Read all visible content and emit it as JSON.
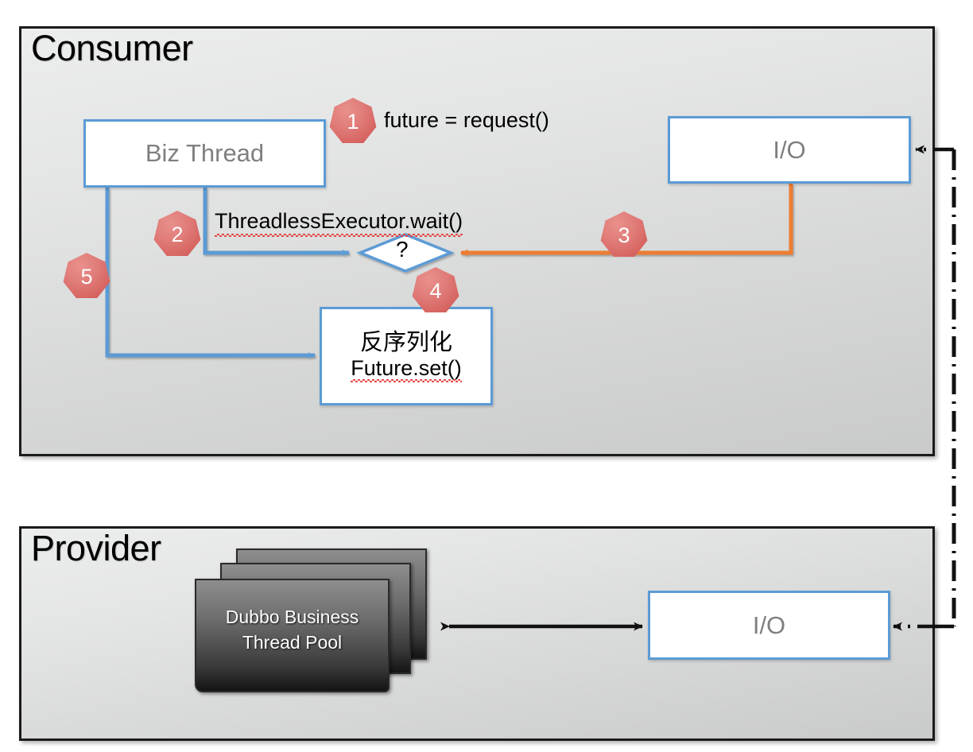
{
  "diagram": {
    "title_consumer": "Consumer",
    "title_provider": "Provider"
  },
  "consumer": {
    "title": "Consumer",
    "biz_thread_label": "Biz Thread",
    "io_label": "I/O",
    "decision_label": "?",
    "deserialize_cn": "反序列化",
    "deserialize_en": "Future.set()",
    "labels": {
      "future_request": "future = request()",
      "threadless_wait": "ThreadlessExecutor.wait()"
    },
    "badges": [
      {
        "id": "1",
        "text": "1"
      },
      {
        "id": "2",
        "text": "2"
      },
      {
        "id": "3",
        "text": "3"
      },
      {
        "id": "4",
        "text": "4"
      },
      {
        "id": "5",
        "text": "5"
      }
    ]
  },
  "provider": {
    "title": "Provider",
    "thread_pool_line1": "Dubbo Business",
    "thread_pool_line2": "Thread Pool",
    "io_label": "I/O"
  },
  "colors": {
    "blue_border": "#5b9bd5",
    "orange_arrow": "#ed7d31",
    "badge_red": "#d4605c",
    "panel_border": "#1b1b1b",
    "node_text_gray": "#7f7f7f",
    "black": "#000000"
  }
}
